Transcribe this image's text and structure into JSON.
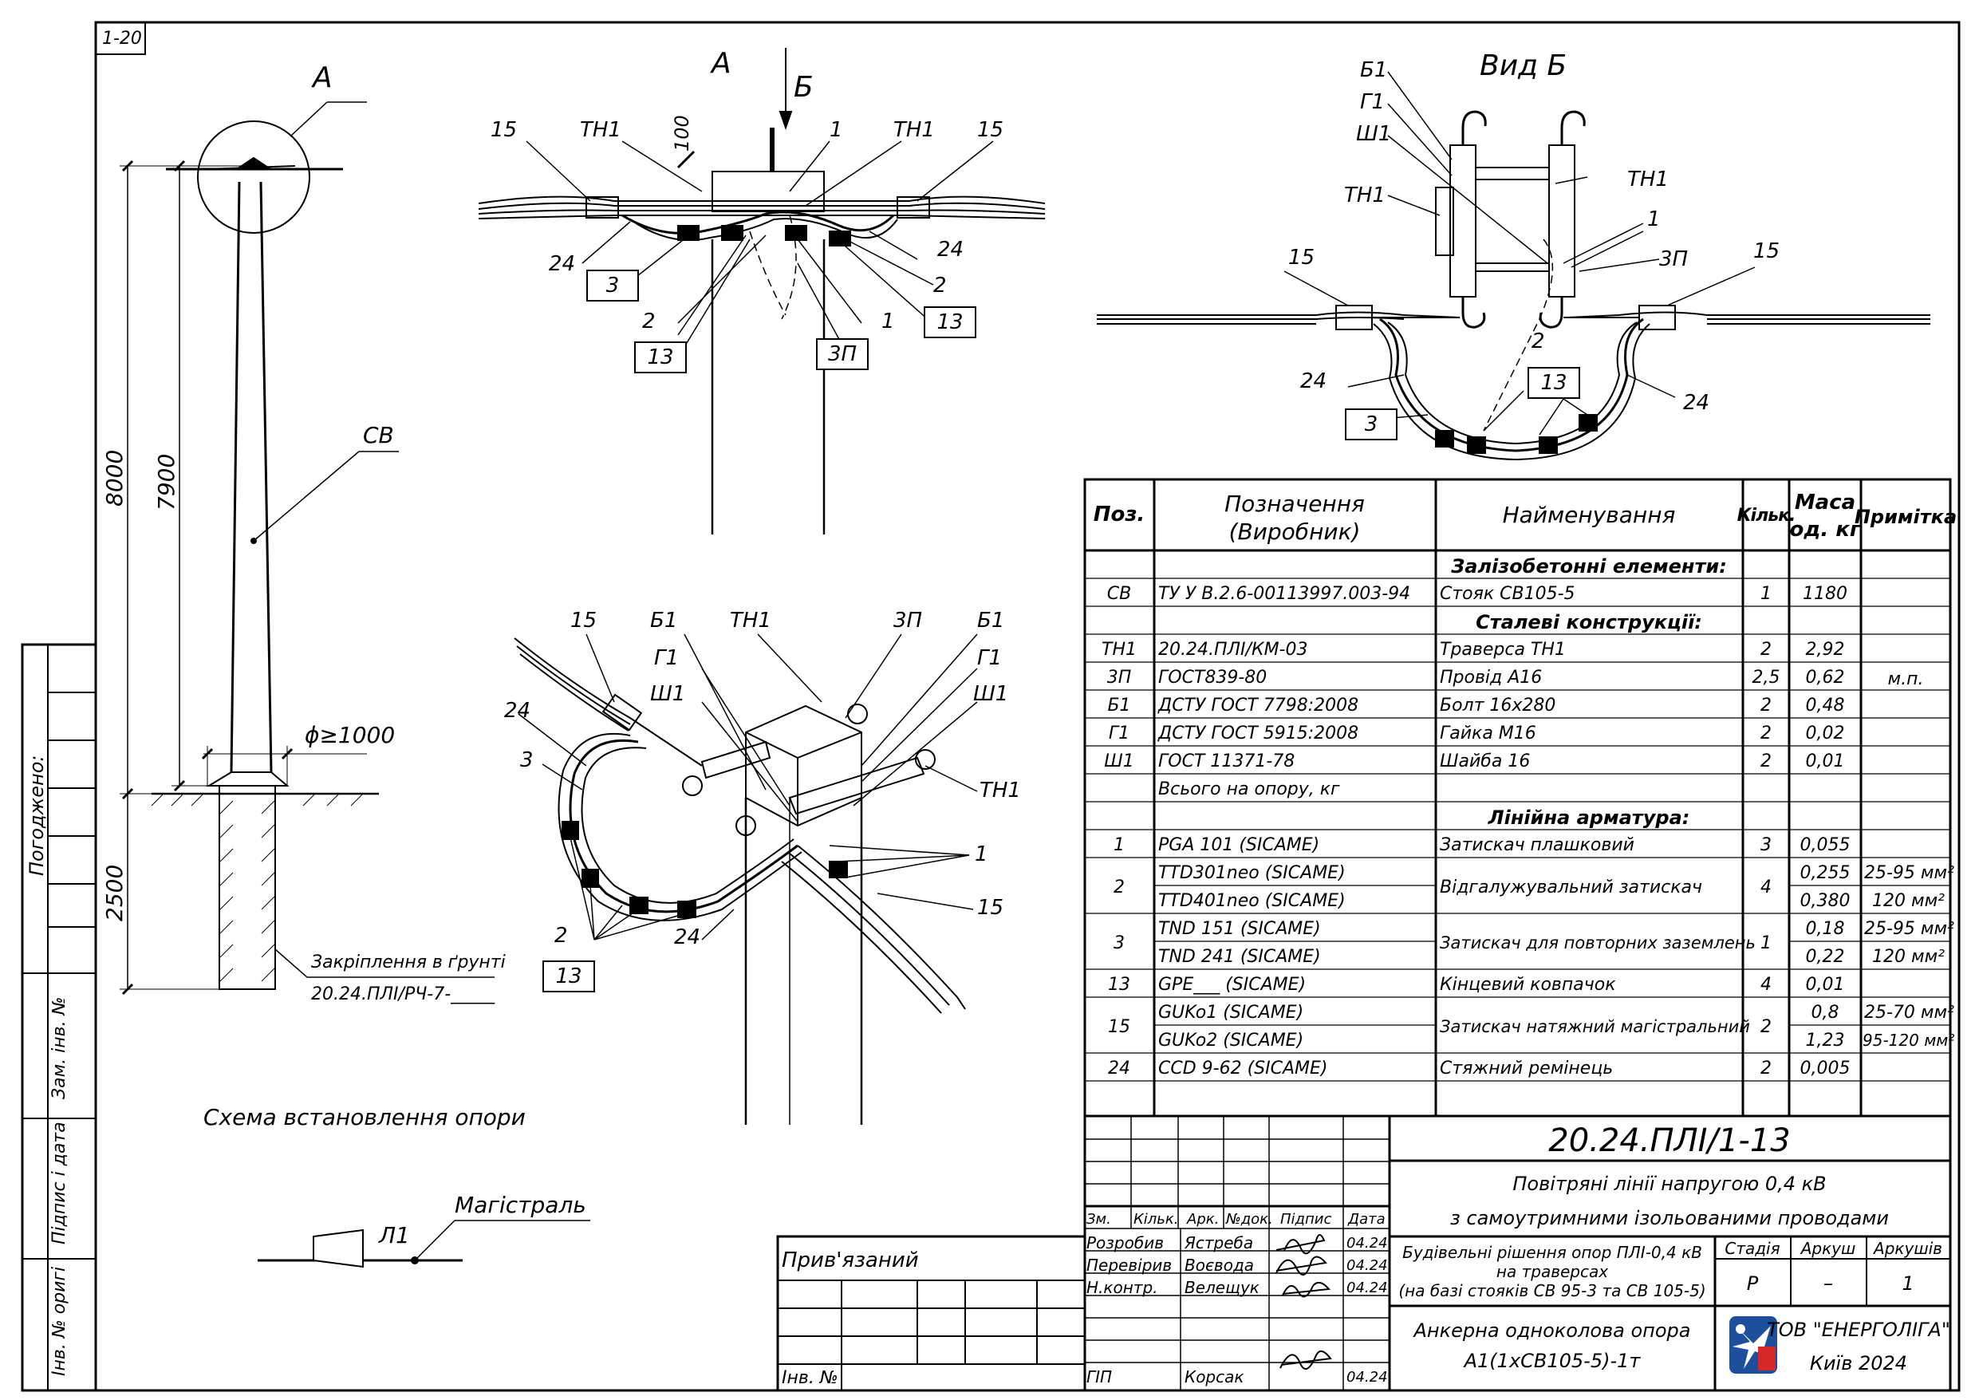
{
  "sheet_no": "1-20",
  "side_stamps": [
    "Погоджено:",
    "Зам. інв. №",
    "Підпис і дата",
    "Інв. № оригі"
  ],
  "pole": {
    "view_label": "А",
    "labels": {
      "cv": "СВ",
      "d1000": "ϕ≥1000",
      "h8000": "8000",
      "h7900": "7900",
      "h2500": "2500"
    },
    "ground_note1": "Закріплення в ґрунті",
    "ground_note2": "20.24.ПЛІ/РЧ-7-_____",
    "caption": "Схема встановлення опори"
  },
  "legend": {
    "line_label": "Л1",
    "line_name": "Магістраль"
  },
  "view_a": {
    "title": "А",
    "arrow": "Б",
    "dim": "100",
    "labels": [
      "15",
      "ТН1",
      "1",
      "ТН1",
      "15",
      "24",
      "3",
      "2",
      "13",
      "1",
      "3П",
      "24",
      "2",
      "13"
    ]
  },
  "view_b": {
    "title": "Вид Б",
    "labels": [
      "Б1",
      "Г1",
      "Ш1",
      "ТН1",
      "ТН1",
      "1",
      "3П",
      "15",
      "15",
      "2",
      "13",
      "24",
      "24",
      "3"
    ]
  },
  "view_3d": {
    "labels": [
      "15",
      "Б1",
      "ТН1",
      "3П",
      "Б1",
      "Г1",
      "Ш1",
      "Г1",
      "Ш1",
      "24",
      "3",
      "ТН1",
      "1",
      "15",
      "2",
      "13",
      "24"
    ]
  },
  "spec": {
    "headers": [
      "Поз.",
      "Позначення\n(Виробник)",
      "Найменування",
      "Кільк.",
      "Маса\nод. кг",
      "Примітка"
    ],
    "rows": [
      {
        "kind": "section",
        "name": "Залізобетонні елементи:"
      },
      {
        "pos": "СВ",
        "des": [
          "ТУ У В.2.6-00113997.003-94"
        ],
        "name": "Стояк СВ105-5",
        "qty": "1",
        "mass": [
          "1180"
        ],
        "note": [
          ""
        ]
      },
      {
        "kind": "section",
        "name": "Сталеві конструкції:"
      },
      {
        "pos": "ТН1",
        "des": [
          "20.24.ПЛІ/КМ-03"
        ],
        "name": "Траверса ТН1",
        "qty": "2",
        "mass": [
          "2,92"
        ],
        "note": [
          ""
        ]
      },
      {
        "pos": "3П",
        "des": [
          "ГОСТ839-80"
        ],
        "name": "Провід А16",
        "qty": "2,5",
        "mass": [
          "0,62"
        ],
        "note": [
          "м.п."
        ]
      },
      {
        "pos": "Б1",
        "des": [
          "ДСТУ ГОСТ 7798:2008"
        ],
        "name": "Болт 16х280",
        "qty": "2",
        "mass": [
          "0,48"
        ],
        "note": [
          ""
        ]
      },
      {
        "pos": "Г1",
        "des": [
          "ДСТУ ГОСТ 5915:2008"
        ],
        "name": "Гайка М16",
        "qty": "2",
        "mass": [
          "0,02"
        ],
        "note": [
          ""
        ]
      },
      {
        "pos": "Ш1",
        "des": [
          "ГОСТ 11371-78"
        ],
        "name": "Шайба 16",
        "qty": "2",
        "mass": [
          "0,01"
        ],
        "note": [
          ""
        ]
      },
      {
        "pos": "",
        "des": [
          "Всього на опору, кг"
        ],
        "name": "",
        "qty": "",
        "mass": [
          ""
        ],
        "note": [
          ""
        ]
      },
      {
        "kind": "section",
        "name": "Лінійна арматура:"
      },
      {
        "pos": "1",
        "des": [
          "PGA 101  (SICAME)"
        ],
        "name": "Затискач плашковий",
        "qty": "3",
        "mass": [
          "0,055"
        ],
        "note": [
          ""
        ]
      },
      {
        "pos": "2",
        "des": [
          "TTD301neo  (SICAME)",
          "TTD401neo  (SICAME)"
        ],
        "name": "Відгалужувальний затискач",
        "qty": "4",
        "mass": [
          "0,255",
          "0,380"
        ],
        "note": [
          "25-95 мм²",
          "120 мм²"
        ]
      },
      {
        "pos": "3",
        "des": [
          "TND 151  (SICAME)",
          "TND 241  (SICAME)"
        ],
        "name": "Затискач для повторних заземлень",
        "qty": "1",
        "mass": [
          "0,18",
          "0,22"
        ],
        "note": [
          "25-95 мм²",
          "120 мм²"
        ]
      },
      {
        "pos": "13",
        "des": [
          "GPE___  (SICAME)"
        ],
        "name": "Кінцевий ковпачок",
        "qty": "4",
        "mass": [
          "0,01"
        ],
        "note": [
          ""
        ]
      },
      {
        "pos": "15",
        "des": [
          "GUKo1  (SICAME)",
          "GUKo2  (SICAME)"
        ],
        "name": "Затискач натяжний магістральний",
        "qty": "2",
        "mass": [
          "0,8",
          "1,23"
        ],
        "note": [
          "25-70 мм²",
          "95-120 мм²"
        ]
      },
      {
        "pos": "24",
        "des": [
          "CCD 9-62  (SICAME)"
        ],
        "name": "Стяжний ремінець",
        "qty": "2",
        "mass": [
          "0,005"
        ],
        "note": [
          ""
        ]
      }
    ]
  },
  "stamp": {
    "code": "20.24.ПЛІ/1-13",
    "title1": "Повітряні лінії напругою 0,4 кВ",
    "title2": "з самоутримними ізольованими проводами",
    "col_heads": [
      "Зм.",
      "Кільк.",
      "Арк.",
      "№док.",
      "Підпис",
      "Дата"
    ],
    "people": [
      {
        "role": "Розробив",
        "name": "Ястреба",
        "date": "04.24"
      },
      {
        "role": "Перевірив",
        "name": "Воєвода",
        "date": "04.24"
      },
      {
        "role": "Н.контр.",
        "name": "Велещук",
        "date": "04.24"
      },
      {
        "role": "ГІП",
        "name": "Корсак",
        "date": "04.24"
      }
    ],
    "subject1": "Будівельні рішення опор ПЛІ-0,4 кВ",
    "subject2": "на траверсах",
    "subject3": "(на базі стояків СВ 95-3 та СВ 105-5)",
    "stage_head": "Стадія",
    "sheet_head": "Аркуш",
    "sheets_head": "Аркушів",
    "stage": "Р",
    "sheet": "–",
    "sheets": "1",
    "object1": "Анкерна одноколова опора",
    "object2": "А1(1хСВ105-5)-1т",
    "company": "ТОВ \"ЕНЕРГОЛІГА\"",
    "city": "Київ 2024",
    "linked": "Прив'язаний",
    "inv": "Інв. №"
  }
}
